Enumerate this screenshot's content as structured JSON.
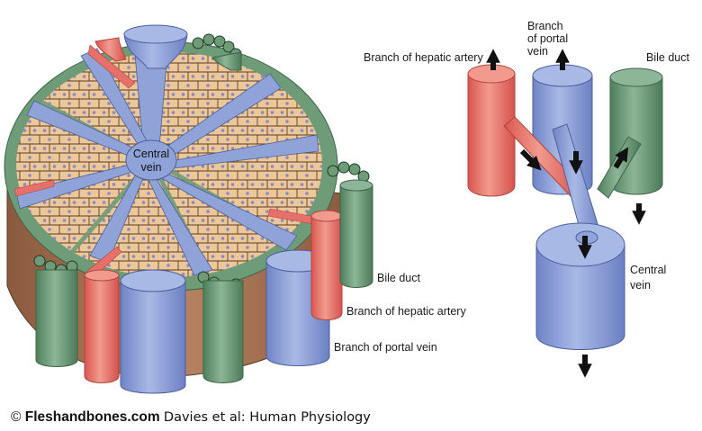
{
  "left_diagram": {
    "center_label_line1": "Central",
    "center_label_line2": "vein",
    "labels": {
      "bile_duct": "Bile duct",
      "hepatic_artery": "Branch of hepatic artery",
      "portal_vein": "Branch of portal vein"
    }
  },
  "right_diagram": {
    "labels": {
      "hepatic_artery": "Branch of hepatic artery",
      "portal_line1": "Branch",
      "portal_line2": "of portal",
      "portal_line3": "vein",
      "bile_duct": "Bile duct",
      "central_line1": "Central",
      "central_line2": "vein"
    }
  },
  "credit": {
    "symbol": "©",
    "site": "Fleshandbones.com",
    "authors": "Davies et al: Human Physiology"
  },
  "colors": {
    "artery": "#e8706a",
    "portal": "#8fa3d8",
    "bile": "#6f9c78",
    "hepatocyte": "#f0c89a",
    "parenchyma_side": "#b07a5a",
    "arrow": "#111111"
  }
}
